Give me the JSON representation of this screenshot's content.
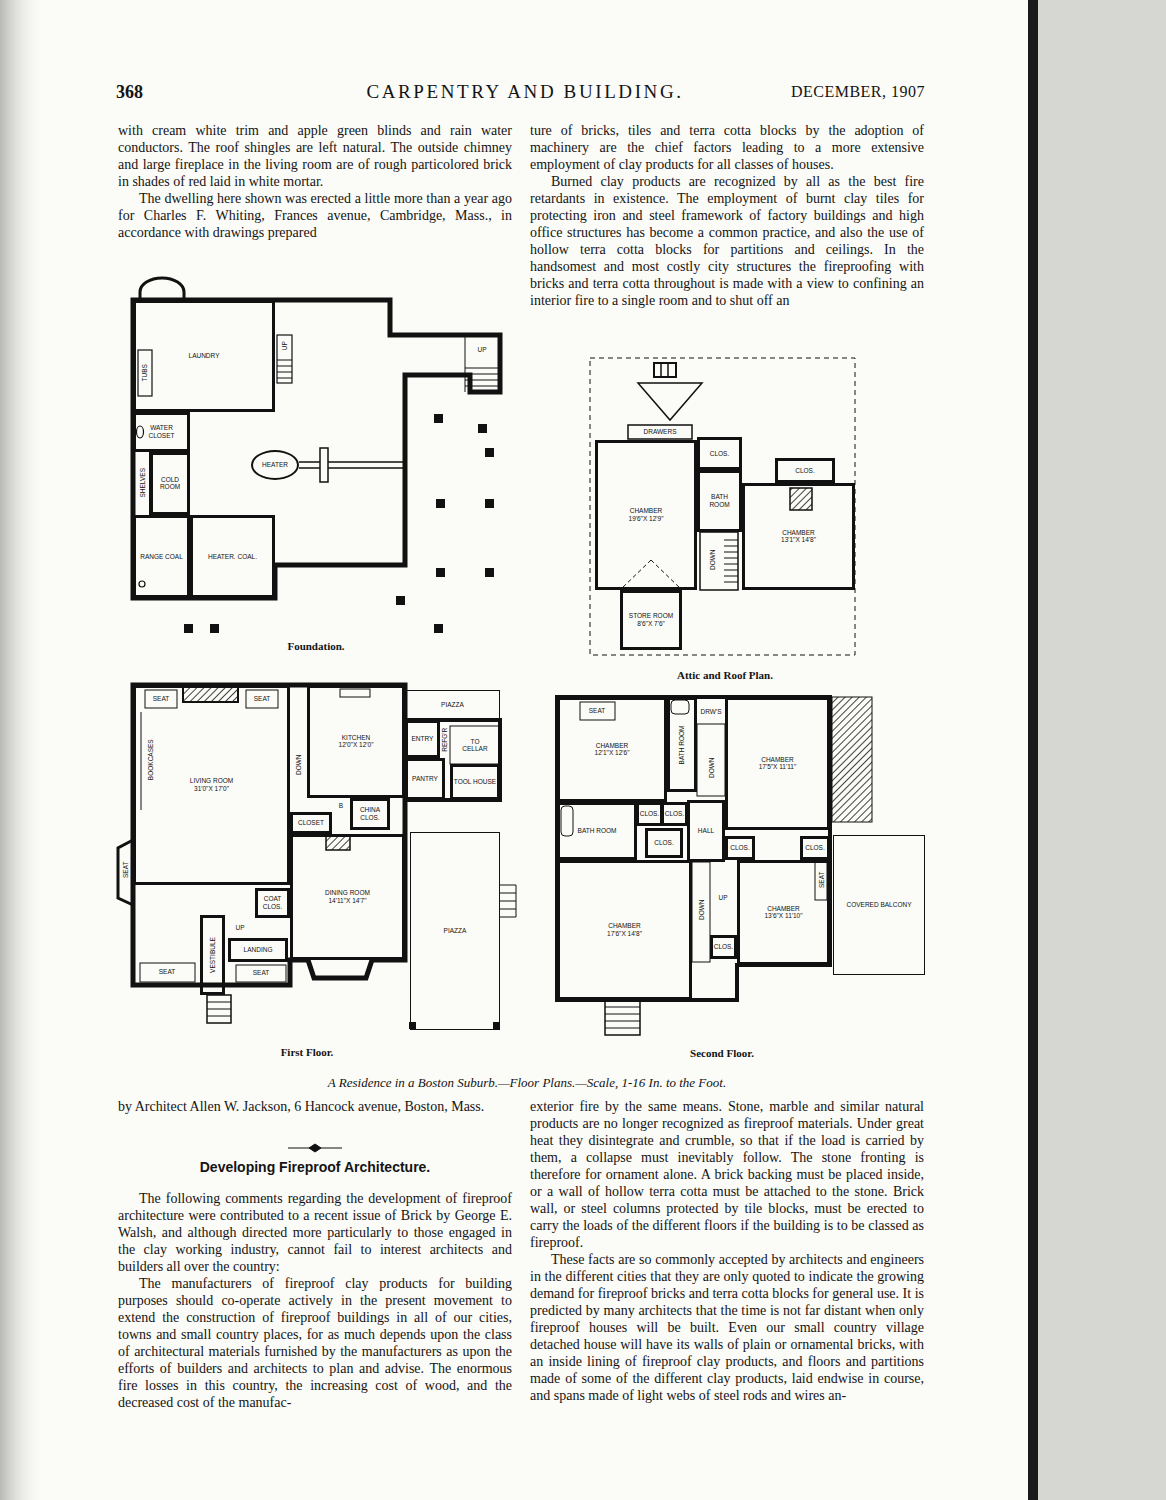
{
  "diagram": {
    "caption": "A Residence in a Boston Suburb.—Floor Plans.—Scale, 1-16 In. to the Foot.",
    "nodes": [
      {
        "text": [
          "LAUNDRY"
        ]
      },
      {
        "text": [
          "WATER CLOSET"
        ]
      },
      {
        "text": [
          "COLD ROOM"
        ]
      },
      {
        "text": [
          "HEATER"
        ]
      },
      {
        "text": [
          "RANGE COAL"
        ]
      },
      {
        "text": [
          "HEATER. COAL."
        ]
      },
      {
        "text": [
          "CLOS."
        ]
      },
      {
        "text": [
          "CHAMBER",
          "19'6\"X 12'9\""
        ]
      },
      {
        "text": [
          "BATH ROOM"
        ]
      },
      {
        "text": [
          "CLOS."
        ]
      },
      {
        "text": [
          "CHAMBER",
          "13'1\"X 14'8\""
        ]
      },
      {
        "text": [
          "STORE ROOM",
          "8'6\"X 7'6\""
        ]
      },
      {
        "text": [
          "PIAZZA"
        ]
      },
      {
        "text": [
          "KITCHEN",
          "12'0\"X 12'0\""
        ]
      },
      {
        "text": [
          "ENTRY"
        ]
      },
      {
        "text": [
          "LIVING ROOM",
          "31'0\"X 17'0\""
        ]
      },
      {
        "text": [
          "PANTRY"
        ]
      },
      {
        "text": [
          "TOOL HOUSE"
        ]
      },
      {
        "text": [
          "CHINA CLOS."
        ]
      },
      {
        "text": [
          "CLOSET"
        ]
      },
      {
        "text": [
          "DINING ROOM",
          "14'11\"X 14'7\""
        ]
      },
      {
        "text": [
          "PIAZZA"
        ]
      },
      {
        "text": [
          "COAT CLOS."
        ]
      },
      {
        "text": [
          "VESTIBULE"
        ]
      },
      {
        "text": [
          "LANDING"
        ]
      },
      {
        "text": [
          "CHAMBER",
          "12'1\"X 12'6\""
        ]
      },
      {
        "text": [
          "BATH ROOM"
        ]
      },
      {
        "text": [
          "CHAMBER",
          "17'5\"X 11'11\""
        ]
      },
      {
        "text": [
          "BATH ROOM"
        ]
      },
      {
        "text": [
          "CLOS."
        ]
      },
      {
        "text": [
          "CLOS."
        ]
      },
      {
        "text": [
          "CLOS."
        ]
      },
      {
        "text": [
          "HALL"
        ]
      },
      {
        "text": [
          "CLOS."
        ]
      },
      {
        "text": [
          "CLOS."
        ]
      },
      {
        "text": [
          "COVERED BALCONY"
        ]
      },
      {
        "text": [
          "CHAMBER",
          "17'6\"X 14'8\""
        ]
      },
      {
        "text": [
          "CLOS."
        ]
      },
      {
        "text": [
          "CHAMBER",
          "13'6\"X 11'10\""
        ]
      }
    ],
    "edges": [],
    "labels": [
      "368",
      "CARPENTRY AND BUILDING.",
      "DECEMBER, 1907",
      "with cream white trim and apple green blinds and rain water conductors. The roof shingles are left natural. The outside chimney and large fireplace in the living room are of rough particolored brick in shades of red laid in white mortar.",
      "The dwelling here shown was erected a little more than a year ago for Charles F. Whiting, Frances avenue, Cambridge, Mass., in accordance with drawings prepared",
      "ture of bricks, tiles and terra cotta blocks by the adoption of machinery are the chief factors leading to a more extensive employment of clay products for all classes of houses.",
      "Burned clay products are recognized by all as the best fire retardants in existence. The employment of burnt clay tiles for protecting iron and steel framework of factory buildings and high office structures has become a common practice, and also the use of hollow terra cotta blocks for partitions and ceilings. In the handsomest and most costly city structures the fireproofing with bricks and terra cotta throughout is made with a view to confining an interior fire to a single room and to shut off an",
      "TUBS",
      "UP",
      "UP",
      "SHELVES",
      "Foundation.",
      "DRAWERS",
      "DOWN",
      "Attic and Roof Plan.",
      "SEAT",
      "SEAT",
      "BOOKCASES",
      "REFG'R",
      "TO CELLAR",
      "DOWN",
      "SEAT",
      "B",
      "SEAT",
      "UP",
      "SEAT",
      "First Floor.",
      "SEAT",
      "DRW'S",
      "DOWN",
      "DOWN",
      "UP",
      "SEAT",
      "Second Floor.",
      "by Architect Allen W. Jackson, 6 Hancock avenue, Boston, Mass.",
      "Developing Fireproof Architecture.",
      "The following comments regarding the development of fireproof architecture were contributed to a recent issue of Brick by George E. Walsh, and although directed more particularly to those engaged in the clay working industry, cannot fail to interest architects and builders all over the country:",
      "The manufacturers of fireproof clay products for building purposes should co-operate actively in the present movement to extend the construction of fireproof buildings in all of our cities, towns and small country places, for as much depends upon the class of architectural materials furnished by the manufacturers as upon the efforts of builders and architects to plan and advise. The enormous fire losses in this country, the increasing cost of wood, and the decreased cost of the manufac-",
      "exterior fire by the same means. Stone, marble and similar natural products are no longer recognized as fireproof materials. Under great heat they disintegrate and crumble, so that if the load is carried by them, a collapse must inevitably follow. The stone fronting is therefore for ornament alone. A brick backing must be placed inside, or a wall of hollow terra cotta must be attached to the stone. Brick wall, or steel columns protected by tile blocks, must be erected to carry the loads of the different floors if the building is to be classed as fireproof.",
      "These facts are so commonly accepted by architects and engineers in the different cities that they are only quoted to indicate the growing demand for fireproof bricks and terra cotta blocks for general use. It is predicted by many architects that the time is not far distant when only fireproof houses will be built. Even our small country village detached house will have its walls of plain or ornamental bricks, with an inside lining of fireproof clay products, and floors and partitions made of some of the different clay products, laid endwise in course, and spans made of light webs of steel rods and wires an-"
    ]
  }
}
